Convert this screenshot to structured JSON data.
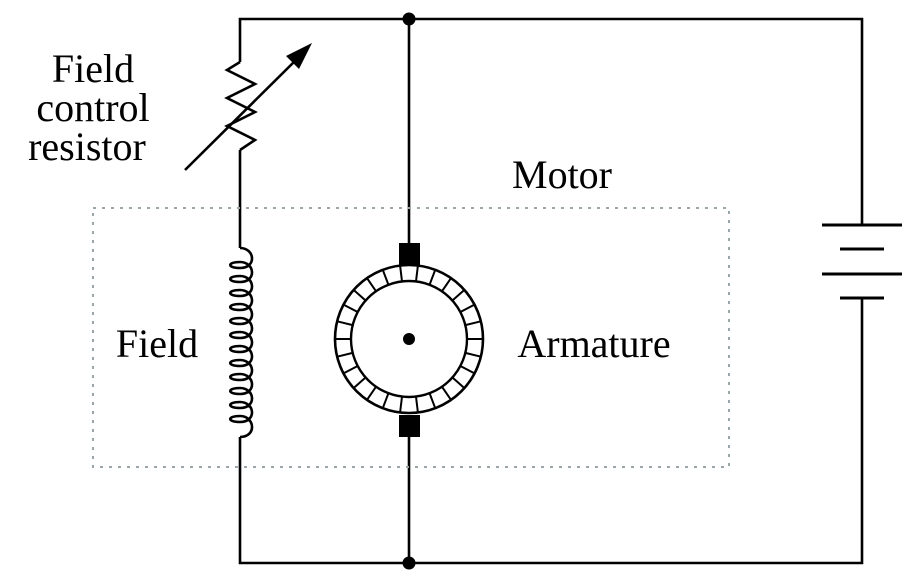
{
  "labels": {
    "resistor_line1": "Field",
    "resistor_line2": "control",
    "resistor_line3": "resistor",
    "motor": "Motor",
    "field": "Field",
    "armature": "Armature"
  },
  "colors": {
    "wire": "#000000",
    "motor_boundary": "#9aa6aa",
    "background": "#ffffff"
  }
}
